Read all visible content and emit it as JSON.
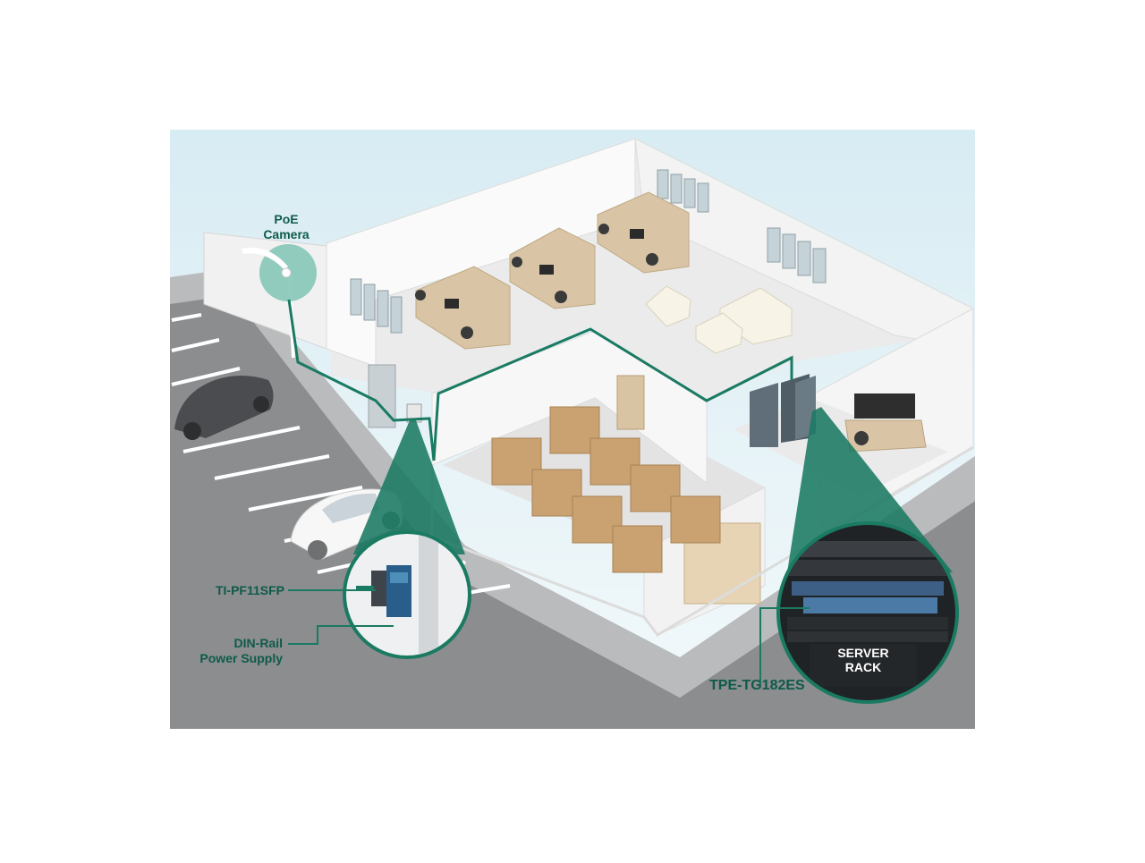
{
  "labels": {
    "poe_camera": "PoE\nCamera",
    "ti_pf11sfp": "TI-PF11SFP",
    "din_rail": "DIN-Rail\nPower Supply",
    "tpe_tg182es": "TPE-TG182ES",
    "server_rack": "SERVER\nRACK"
  },
  "colors": {
    "accent": "#1a7a62",
    "label_text": "#0f5a4a",
    "sky": "#e4f2f6",
    "asphalt": "#8d8f91",
    "wall": "#f4f4f4",
    "floor": "#ececec",
    "box": "#caa271",
    "cubicle": "#d9c5a6"
  },
  "icons": {
    "camera": "poe-camera-icon",
    "car": "car-icon",
    "server": "server-cabinet-icon",
    "switch": "network-switch-icon"
  }
}
